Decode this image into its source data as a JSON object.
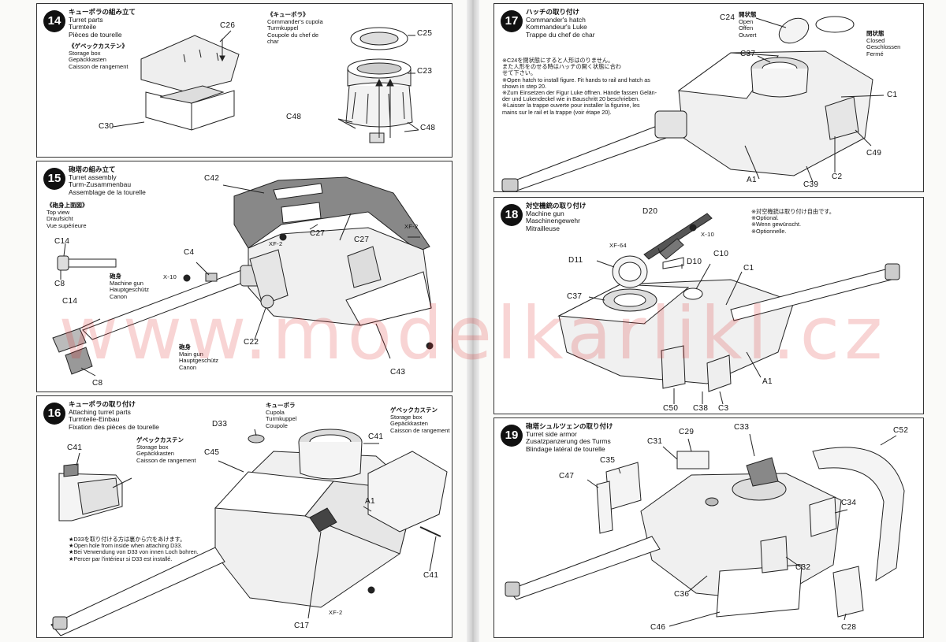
{
  "watermark": "www.modelkarlikl.cz",
  "steps": {
    "s14": {
      "number": "14",
      "title": [
        "キューポラの組み立て",
        "Turret parts",
        "Turmteile",
        "Pièces de tourelle"
      ],
      "sub_left": [
        "《ゲベックカステン》",
        "Storage box",
        "Gepäckkasten",
        "Caisson de rangement"
      ],
      "sub_right": [
        "《キューポラ》",
        "Commander's cupola",
        "Turmkuppel",
        "Coupole du chef de",
        "char"
      ],
      "parts": {
        "c26": "C26",
        "c30": "C30",
        "c25": "C25",
        "c23": "C23",
        "c48a": "C48",
        "c48b": "C48"
      }
    },
    "s15": {
      "number": "15",
      "title": [
        "砲塔の組み立て",
        "Turret assembly",
        "Turm-Zusammenbau",
        "Assemblage de la tourelle"
      ],
      "sub": [
        "《砲身上面図》",
        "Top view",
        "Draufsicht",
        "Vue supérieure"
      ],
      "gun1": [
        "砲身",
        "Machine gun",
        "Hauptgeschütz",
        "Canon"
      ],
      "gun2": [
        "砲身",
        "Main gun",
        "Hauptgeschütz",
        "Canon"
      ],
      "parts": {
        "c42": "C42",
        "c27a": "C27",
        "c27b": "C27",
        "xf2a": "XF-2",
        "xf2b": "XF-2",
        "c14a": "C14",
        "c8a": "C8",
        "c4": "C4",
        "x10": "X-10",
        "c14b": "C14",
        "c8b": "C8",
        "c22": "C22",
        "c43": "C43"
      }
    },
    "s16": {
      "number": "16",
      "title": [
        "キューポラの取り付け",
        "Attaching turret parts",
        "Turmteile-Einbau",
        "Fixation des pièces de tourelle"
      ],
      "cupola": [
        "キューポラ",
        "Cupola",
        "Turmkuppel",
        "Coupole"
      ],
      "box_right": [
        "ゲベックカステン",
        "Storage box",
        "Gepäckkasten",
        "Caisson de rangement"
      ],
      "box_left": [
        "ゲベックカステン",
        "Storage box",
        "Gepäckkasten",
        "Caisson de rangement"
      ],
      "note": [
        "★D33を取り付ける方は裏から穴をあけます。",
        "★Open hole from inside when attaching D33.",
        "★Bei Verwendung von D33 von innen Loch bohren.",
        "★Percer par l'intérieur si D33 est installé."
      ],
      "parts": {
        "c41a": "C41",
        "d33": "D33",
        "c45": "C45",
        "c41b": "C41",
        "a1": "A1",
        "c41c": "C41",
        "xf2": "XF-2",
        "c17": "C17"
      }
    },
    "s17": {
      "number": "17",
      "title": [
        "ハッチの取り付け",
        "Commander's hatch",
        "Kommandeur's Luke",
        "Trappe du chef de char"
      ],
      "open": [
        "開状態",
        "Open",
        "Offen",
        "Ouvert"
      ],
      "closed": [
        "閉状態",
        "Closed",
        "Geschlossen",
        "Fermé"
      ],
      "note": [
        "※C24を閉状態にすると人形はのりません。",
        "また人形をのせる時はハッチの開く状態に合わ",
        "せて下さい。",
        "※Open hatch to install figure. Fit hands to rail and hatch as",
        "shown in step 20.",
        "※Zum Einsetzen der Figur Luke öffnen. Hände fassen Gelän-",
        "der und Lukendeckel wie in Bauschritt 20 beschrieben.",
        "※Laisser la trappe ouverte pour installer la figurine, les",
        "mains sur le rail et la trappe (voir étape 20)."
      ],
      "parts": {
        "c24": "C24",
        "c37": "C37",
        "c1": "C1",
        "c49": "C49",
        "c2": "C2",
        "a1": "A1",
        "c39": "C39"
      }
    },
    "s18": {
      "number": "18",
      "title": [
        "対空機銃の取り付け",
        "Machine gun",
        "Maschinengewehr",
        "Mitrailleuse"
      ],
      "note": [
        "※対空機銃は取り付け自由です。",
        "※Optional.",
        "※Wenn gewünscht.",
        "※Optionnelle."
      ],
      "parts": {
        "d20": "D20",
        "x10": "X-10",
        "xf64": "XF-64",
        "d11": "D11",
        "d10": "D10",
        "c10": "C10",
        "c1": "C1",
        "c37": "C37",
        "a1": "A1",
        "c50": "C50",
        "c38": "C38",
        "c3": "C3"
      }
    },
    "s19": {
      "number": "19",
      "title": [
        "砲塔シュルツェンの取り付け",
        "Turret side armor",
        "Zusatzpanzerung des Turms",
        "Blindage latéral de tourelle"
      ],
      "parts": {
        "c29": "C29",
        "c33": "C33",
        "c52": "C52",
        "c31": "C31",
        "c35": "C35",
        "c47": "C47",
        "c34": "C34",
        "c32": "C32",
        "c36": "C36",
        "c46": "C46",
        "c28": "C28"
      }
    }
  }
}
